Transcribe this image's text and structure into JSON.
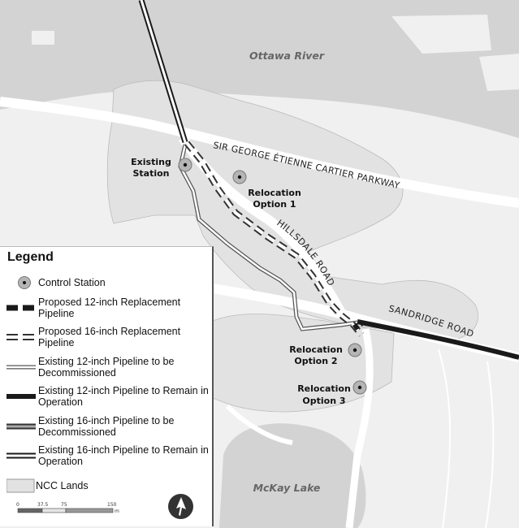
{
  "map": {
    "water_labels": {
      "river": "Ottawa River",
      "lake": "McKay Lake"
    },
    "road_labels": {
      "parkway": "SIR GEORGE ÉTIENNE CARTIER PARKWAY",
      "hillsdale": "HILLSDALE ROAD",
      "sandridge": "SANDRIDGE ROAD"
    },
    "station_labels": {
      "existing_line1": "Existing",
      "existing_line2": "Station",
      "option1_line1": "Relocation",
      "option1_line2": "Option 1",
      "option2_line1": "Relocation",
      "option2_line2": "Option 2",
      "option3_line1": "Relocation",
      "option3_line2": "Option 3"
    },
    "colors": {
      "background": "#f0f0f0",
      "water": "#d3d3d3",
      "ncc_lands": "#e2e2e2",
      "road": "#ffffff",
      "pipeline_dark": "#1a1a1a",
      "pipeline_light": "#ffffff",
      "station_fill": "#b5b5b5"
    }
  },
  "legend": {
    "title": "Legend",
    "items": [
      {
        "label": "Control Station",
        "symbol": "control-station"
      },
      {
        "label": "Proposed 12-inch Replacement Pipeline",
        "symbol": "proposed-12"
      },
      {
        "label": "Proposed 16-inch Replacement Pipeline",
        "symbol": "proposed-16"
      },
      {
        "label": "Existing 12-inch Pipeline to be Decommissioned",
        "symbol": "existing-12-decom"
      },
      {
        "label": "Existing 12-inch Pipeline to Remain in Operation",
        "symbol": "existing-12-remain"
      },
      {
        "label": "Existing 16-inch Pipeline to be Decommissioned",
        "symbol": "existing-16-decom"
      },
      {
        "label": "Existing 16-inch Pipeline to Remain in Operation",
        "symbol": "existing-16-remain"
      },
      {
        "label": "NCC Lands",
        "symbol": "ncc-lands"
      }
    ],
    "scale": {
      "ticks": [
        "0",
        "37.5",
        "75",
        "150"
      ],
      "unit": "m"
    },
    "north_arrow_icon": "north-arrow-icon"
  }
}
